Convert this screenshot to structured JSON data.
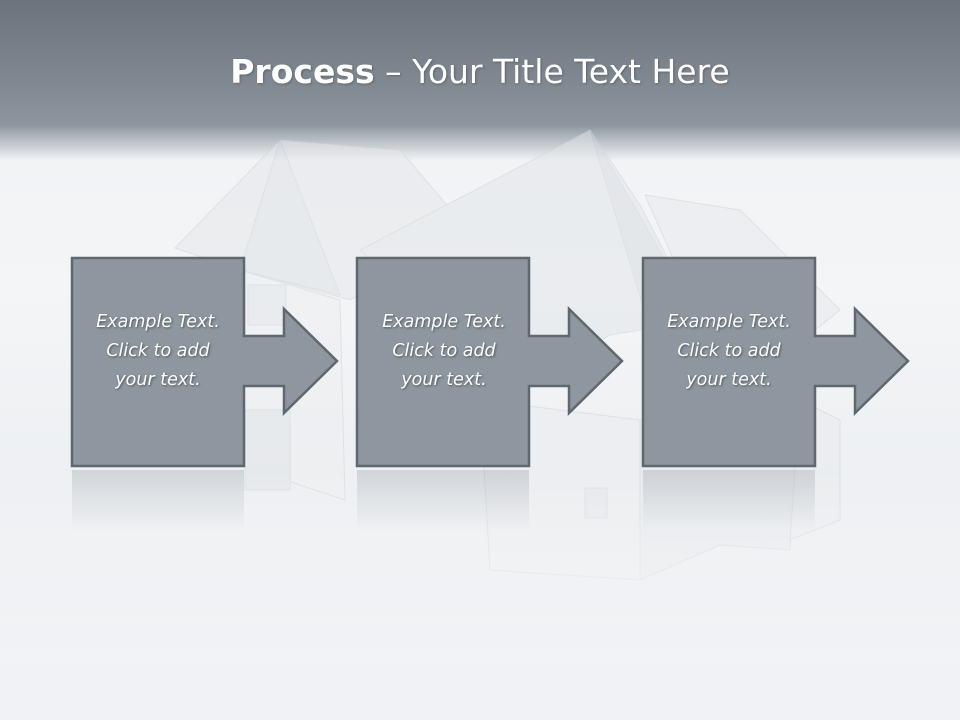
{
  "slide": {
    "title": {
      "bold_part": "Process",
      "rest": " – Your Title Text Here"
    },
    "colors": {
      "header": "#7f8891",
      "box_fill": "#8e979f",
      "box_border": "#5f676f",
      "text": "#ffffff"
    },
    "steps": [
      {
        "lines": [
          "Example Text.",
          "Click  to add",
          "your text."
        ]
      },
      {
        "lines": [
          "Example Text.",
          "Click  to add",
          "your text."
        ]
      },
      {
        "lines": [
          "Example Text.",
          "Click  to add",
          "your text."
        ]
      }
    ]
  }
}
